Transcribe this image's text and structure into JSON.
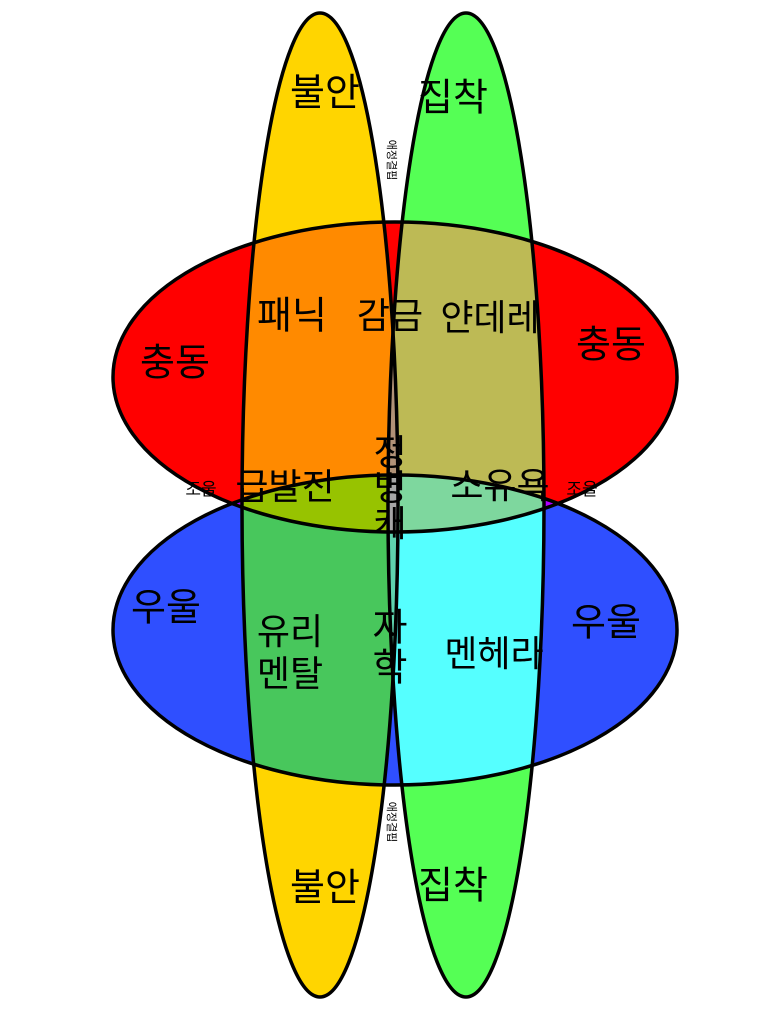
{
  "labels": {
    "anxiety_top": "불안",
    "attachment_top": "집착",
    "anxiety_bottom": "불안",
    "attachment_bottom": "집착",
    "love_deficit_top": "애정결핍",
    "love_deficit_bottom": "애정결핍",
    "impulse_left": "충동",
    "impulse_right": "충동",
    "panic": "패닉",
    "confinement": "감금",
    "yandere": "얀데레",
    "mania_left": "조울",
    "mania_right": "조울",
    "impatience": "급발진",
    "mental_illness": [
      "정",
      "병",
      "캐"
    ],
    "possessiveness": "소유욕",
    "depression_left": "우울",
    "depression_right": "우울",
    "glass_mental": [
      "유리",
      "멘탈"
    ],
    "self_harm": [
      "자",
      "학"
    ],
    "menhera": "멘헤라"
  },
  "colors": {
    "anxiety": "#FFD500",
    "attachment": "#55FF55",
    "impulse": "#FF0000",
    "depression": "#2F4FFF",
    "panic": "#FF8A00",
    "confinement": "#B19277",
    "yandere": "#BDBA55",
    "mania": "#B000FF",
    "impatience": "#97C300",
    "mental_illness": "#A6A6A6",
    "possessiveness": "#7ED79E",
    "glass_mental": "#48C75C",
    "self_harm": "#5FD2AE",
    "menhera": "#55FFFF",
    "love_deficit": "#8CFF00"
  }
}
